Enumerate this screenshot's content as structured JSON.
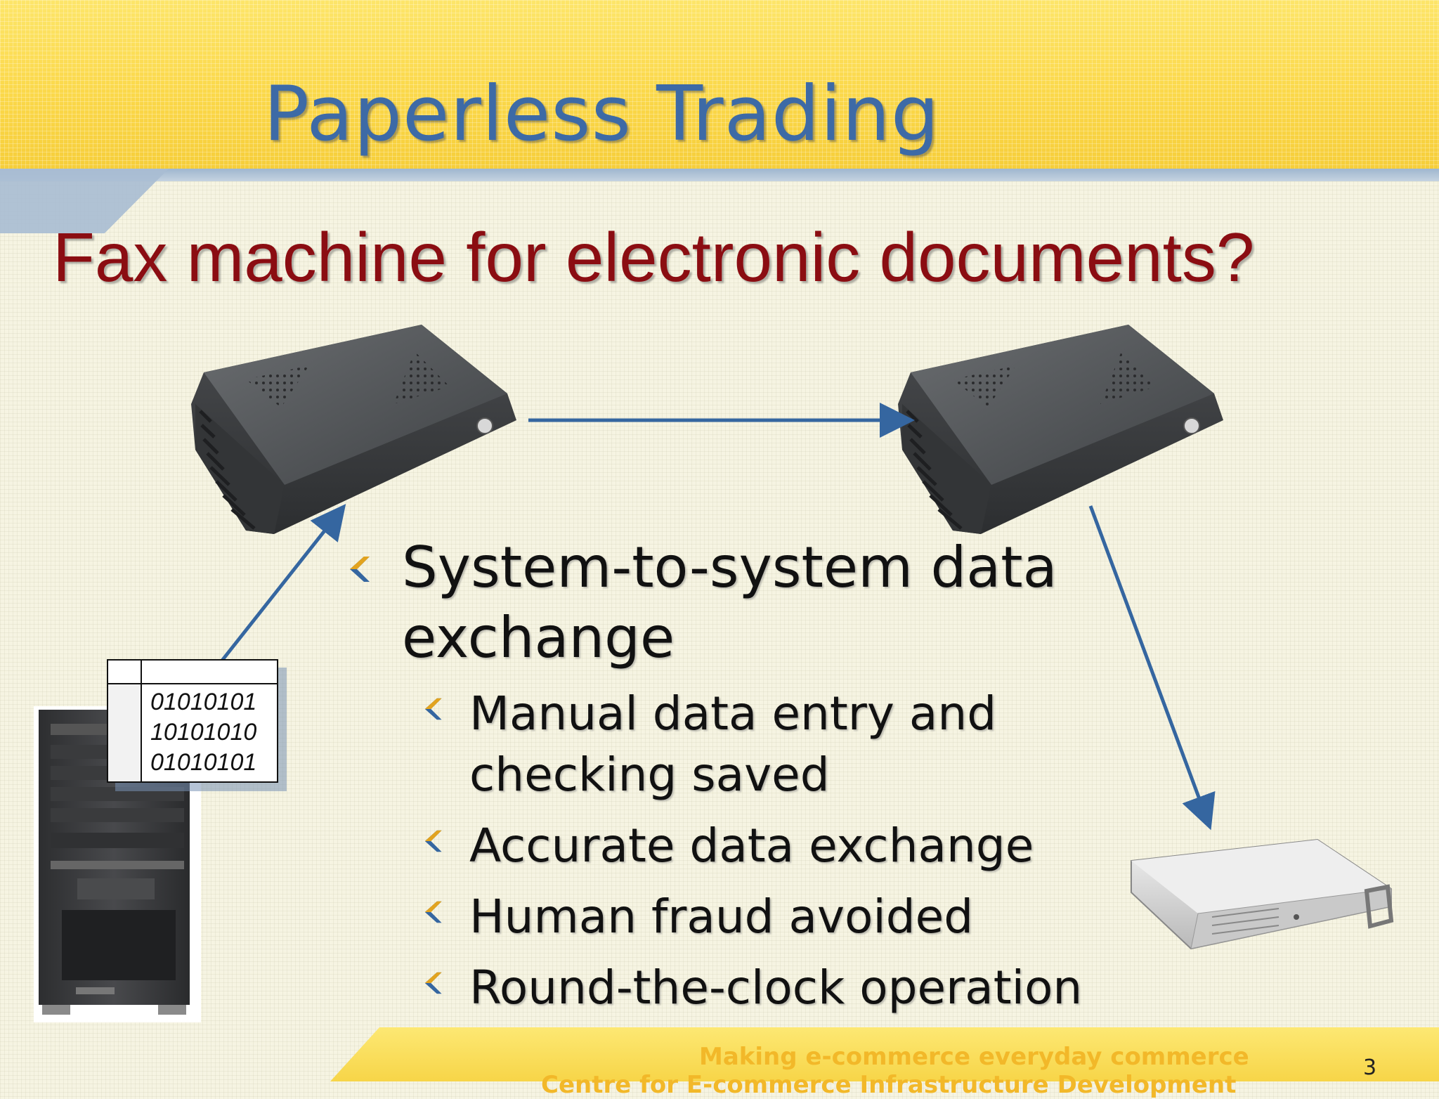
{
  "slide": {
    "title": "Paperless Trading",
    "subtitle": "Fax machine for electronic documents?",
    "page_number": "3"
  },
  "data_table": {
    "lines": [
      "01010101",
      "10101010",
      "01010101"
    ]
  },
  "bullets": {
    "main": "System-to-system data exchange",
    "sub": [
      "Manual data entry and checking saved",
      "Accurate data exchange",
      "Human fraud avoided",
      "Round-the-clock operation"
    ]
  },
  "footer": {
    "tagline": "Making e-commerce everyday commerce",
    "organization": "Centre for E-commerce Infrastructure Development"
  },
  "colors": {
    "title": "#3d6aa6",
    "subtitle": "#8b0d12",
    "arrow": "#3566a0",
    "band": "#fbd84a"
  },
  "icons": [
    "modem-icon",
    "tower-computer-icon",
    "rack-server-icon",
    "bullet-chevron-icon",
    "arrow-icon"
  ]
}
